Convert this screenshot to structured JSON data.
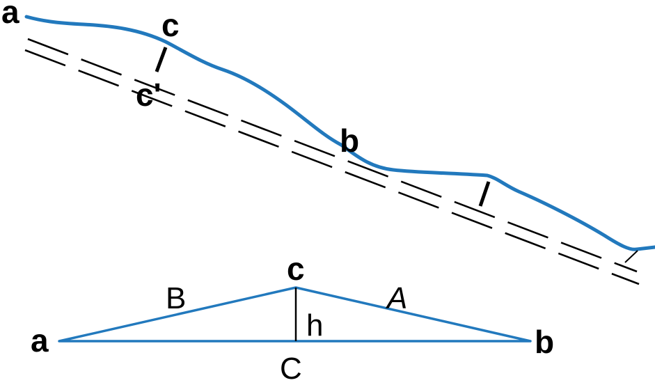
{
  "upper_diagram": {
    "labels": {
      "a": "a",
      "c": "c",
      "c_prime": "c'",
      "b": "b"
    },
    "colors": {
      "profile": "#2279bd",
      "lines": "#000000"
    }
  },
  "lower_diagram": {
    "labels": {
      "a": "a",
      "b": "b",
      "c": "c",
      "C": "C",
      "h": "h",
      "B": "B",
      "A": "A"
    },
    "colors": {
      "triangle": "#2279bd",
      "height": "#000000"
    }
  }
}
